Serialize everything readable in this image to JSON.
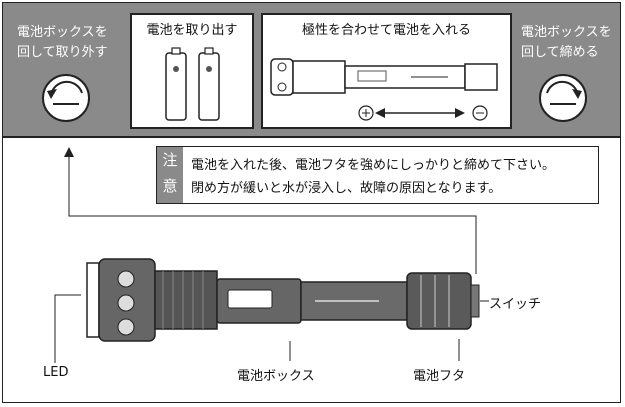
{
  "header": {
    "remove_cap": {
      "line1": "電池ボックスを",
      "line2": "回して取り外す",
      "icon": "rotate-counterclockwise-icon"
    },
    "take_out": {
      "title": "電池を取り出す"
    },
    "polarity": {
      "title": "極性を合わせて電池を入れる",
      "plus": "⊕",
      "minus": "⊖"
    },
    "attach_cap": {
      "line1": "電池ボックスを",
      "line2": "回して締める",
      "icon": "rotate-clockwise-icon"
    }
  },
  "notice": {
    "mark_top": "注",
    "mark_bottom": "意",
    "line1": "電池を入れた後、電池フタを強めにしっかりと締めて下さい。",
    "line2": "閉め方が緩いと水が浸入し、故障の原因となります。"
  },
  "labels": {
    "switch": "スイッチ",
    "led": "LED",
    "battery_box": "電池ボックス",
    "battery_cap": "電池フタ"
  },
  "colors": {
    "band": "#8a8a8a",
    "ink": "#222222",
    "metal": "#555555"
  }
}
